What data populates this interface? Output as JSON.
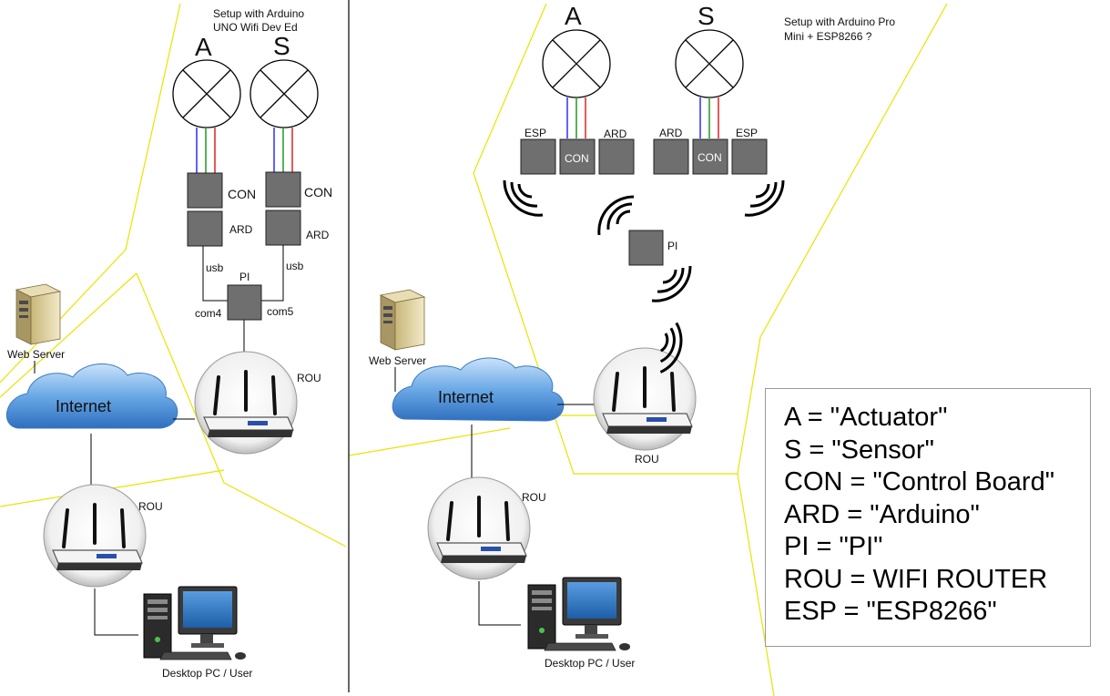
{
  "left_panel": {
    "title_line1": "Setup with Arduino",
    "title_line2": "UNO Wifi Dev Ed",
    "actuator": "A",
    "sensor": "S",
    "con_label": "CON",
    "ard_label": "ARD",
    "usb_label": "usb",
    "pi_label": "PI",
    "com4_label": "com4",
    "com5_label": "com5",
    "rou_label": "ROU",
    "web_server": "Web Server",
    "internet": "Internet",
    "desktop": "Desktop PC / User"
  },
  "right_panel": {
    "title_line1": "Setup with Arduino Pro",
    "title_line2": "Mini + ESP8266  ?",
    "actuator": "A",
    "sensor": "S",
    "esp_label": "ESP",
    "ard_label": "ARD",
    "con_label": "CON",
    "pi_label": "PI",
    "rou_label": "ROU",
    "web_server": "Web Server",
    "internet": "Internet",
    "desktop": "Desktop PC / User"
  },
  "legend": [
    "A = \"Actuator\"",
    "S = \"Sensor\"",
    "CON = \"Control Board\"",
    "ARD = \"Arduino\"",
    "PI = \"PI\"",
    "ROU = WIFI ROUTER",
    "ESP = \"ESP8266\""
  ],
  "colors": {
    "box_fill": "#6f6f6f",
    "wire_blue": "#3a3aff",
    "wire_green": "#2e9e2e",
    "wire_red": "#e03030",
    "zone_line": "#e8e400",
    "cloud": "#4a90d9"
  }
}
